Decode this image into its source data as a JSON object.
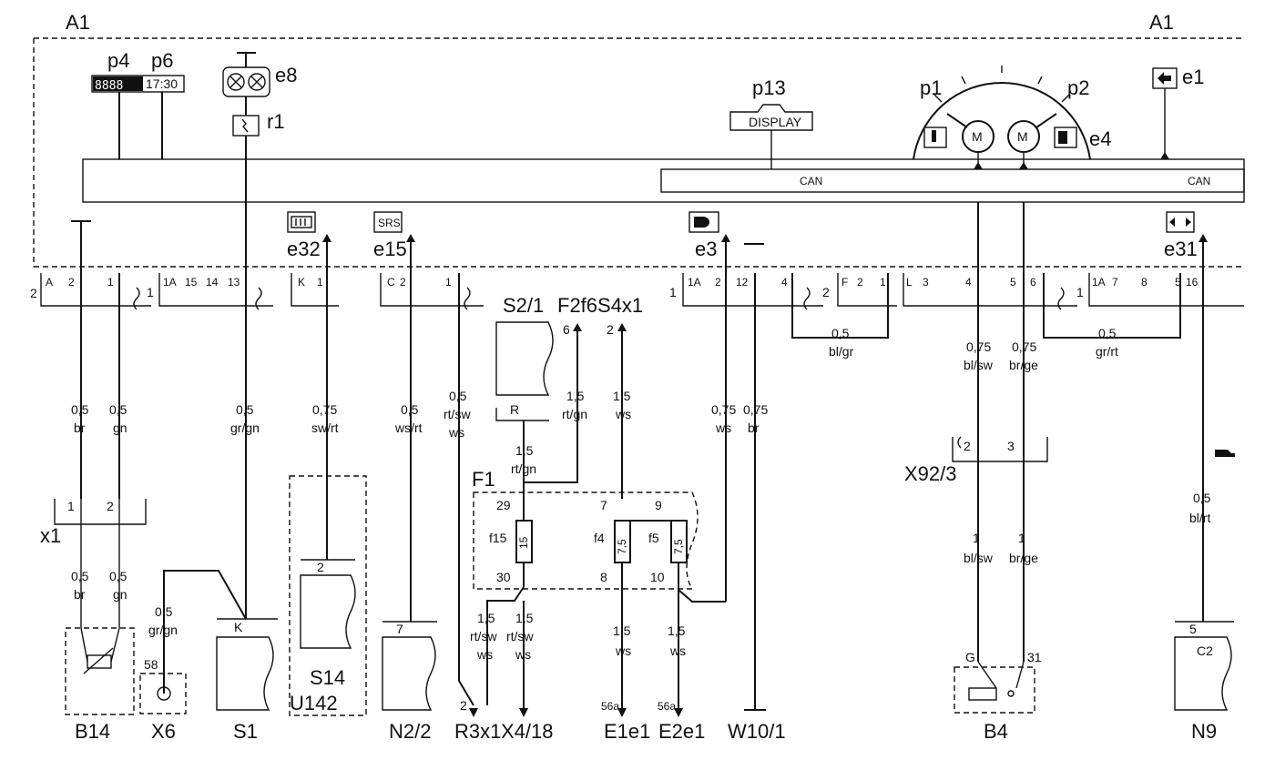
{
  "frame": {
    "label_left": "A1",
    "label_right": "A1"
  },
  "top_components": {
    "p4": "p4",
    "p6": "p6",
    "lcd_digits": "8888",
    "lcd_time": "17:30",
    "e8": "e8",
    "r1": "r1",
    "p13": "p13",
    "display": "DISPLAY",
    "p1": "p1",
    "p2": "p2",
    "e4": "e4",
    "e1": "e1",
    "gauge_m": "M"
  },
  "bus": {
    "can_left": "CAN",
    "can_right": "CAN"
  },
  "indicators": {
    "e32": "e32",
    "e15": "e15",
    "srs": "SRS",
    "e3": "e3",
    "e31": "e31"
  },
  "connectors": {
    "c_2_left": "2",
    "c_1": "1",
    "c1": {
      "letter": "A",
      "pins": [
        "2",
        "1"
      ]
    },
    "c2": {
      "letter": "1A",
      "pins": [
        "15",
        "14",
        "13"
      ]
    },
    "c3": {
      "letter": "K",
      "pins": [
        "1"
      ]
    },
    "c4": {
      "letter": "C",
      "pins": [
        "2",
        "1"
      ]
    },
    "c5": {
      "letter": "1A",
      "pins": [
        "2",
        "12",
        "4"
      ]
    },
    "c6": {
      "letter": "F",
      "pins": [
        "2",
        "1"
      ]
    },
    "c7": {
      "letter": "L",
      "pins": [
        "3",
        "4",
        "5",
        "6"
      ]
    },
    "c8": {
      "letter": "1A",
      "pins": [
        "7",
        "8",
        "5",
        "16"
      ]
    }
  },
  "wires": {
    "w1": [
      "0,5",
      "br"
    ],
    "w2": [
      "0,5",
      "gn"
    ],
    "w3": [
      "0,5",
      "gr/gn"
    ],
    "w4": [
      "0,75",
      "sw/rt"
    ],
    "w5": [
      "0,5",
      "ws/rt"
    ],
    "w6": [
      "0,5",
      "rt/sw",
      "ws"
    ],
    "w7": [
      "1,5",
      "rt/gn"
    ],
    "w8": [
      "1,5",
      "ws"
    ],
    "w9": [
      "1,5",
      "rt/gn"
    ],
    "w10": [
      "0,75",
      "ws"
    ],
    "w11": [
      "0,75",
      "br"
    ],
    "w12": [
      "0,5",
      "bl/gr"
    ],
    "w13": [
      "0,75",
      "bl/sw"
    ],
    "w14": [
      "0,75",
      "br/ge"
    ],
    "w15": [
      "0,5",
      "gr/rt"
    ],
    "w16": [
      "1",
      "bl/sw"
    ],
    "w17": [
      "1",
      "br/ge"
    ],
    "w18": [
      "0,5",
      "bl/rt"
    ],
    "w19": [
      "0,5",
      "br"
    ],
    "w20": [
      "0,5",
      "gn"
    ],
    "w21": [
      "0,5",
      "gr/gn"
    ],
    "w22": [
      "1,5",
      "rt/sw",
      "ws"
    ],
    "w23": [
      "1,5",
      "rt/sw",
      "ws"
    ],
    "w24": [
      "1,5",
      "ws"
    ],
    "w25": [
      "1,5",
      "ws"
    ]
  },
  "fuse_box": {
    "name": "F1",
    "fuses": [
      {
        "name": "f15",
        "value": "15",
        "pin_in": "29",
        "pin_out": "30"
      },
      {
        "name": "f4",
        "value": "7,5",
        "pin_in": "7",
        "pin_out": "8"
      },
      {
        "name": "f5",
        "value": "7,5",
        "pin_in": "9",
        "pin_out": "10"
      }
    ]
  },
  "components": {
    "s2_1": "S2/1",
    "s2_1_pin": "R",
    "f2f6s4x1": "F2f6S4x1",
    "pin6": "6",
    "pin2": "2",
    "x1": "x1",
    "x1_pins": [
      "1",
      "2"
    ],
    "x92_3": "X92/3",
    "x92_pins": [
      "2",
      "3"
    ],
    "b14": "B14",
    "x6": "X6",
    "x6_pin": "58",
    "s1": "S1",
    "s1_pin": "K",
    "s14": "S14",
    "s14_pin": "2",
    "u142": "U142",
    "n2_2": "N2/2",
    "n2_2_pin": "7",
    "r3x1": "R3x1",
    "r3_pin": "2",
    "x4_18": "X4/18",
    "e1e1": "E1e1",
    "e1e1_pin": "56a",
    "e2e1": "E2e1",
    "e2e1_pin": "56a",
    "w10_1": "W10/1",
    "b4": "B4",
    "b4_pins": [
      "G",
      "31"
    ],
    "n9": "N9",
    "n9_pin": "5",
    "n9_sub": "C2"
  }
}
